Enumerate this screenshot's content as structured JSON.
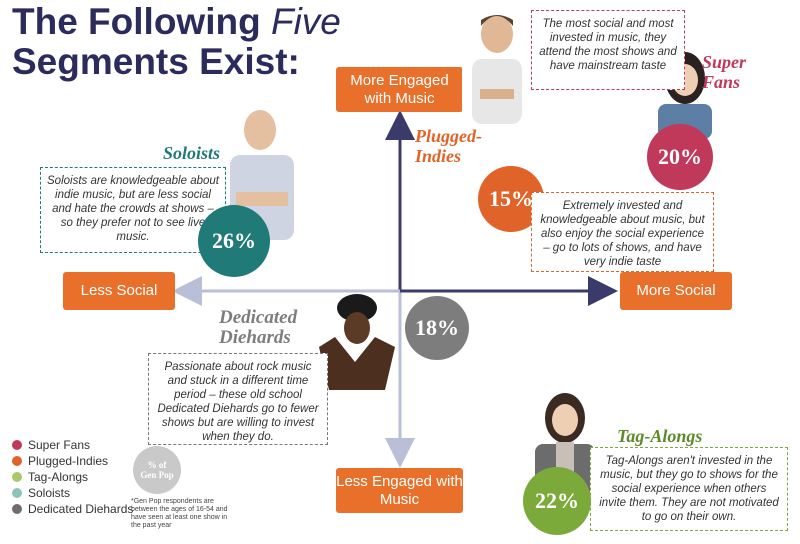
{
  "title": {
    "line1_start": "The Following ",
    "line1_italic": "Five",
    "line2": "Segments Exist:"
  },
  "axes": {
    "top": "More Engaged with Music",
    "bottom": "Less Engaged with Music",
    "left": "Less Social",
    "right": "More Social"
  },
  "segments": {
    "super_fans": {
      "name": "Super Fans",
      "percent": "20%",
      "color": "#c0395b",
      "desc": "The most social and most invested in music, they attend the most shows and have mainstream taste"
    },
    "plugged_indies": {
      "name": "Plugged-Indies",
      "percent": "15%",
      "color": "#e0642a",
      "desc": "Extremely invested and knowledgeable about music, but also enjoy the social experience – go to lots of shows, and have very indie taste"
    },
    "tag_alongs": {
      "name": "Tag-Alongs",
      "percent": "22%",
      "color": "#7caa3a",
      "desc": "Tag-Alongs aren't invested in the music, but they go to shows for the social experience when others invite them. They are not motivated to go on their own."
    },
    "soloists": {
      "name": "Soloists",
      "percent": "26%",
      "color": "#1f7a78",
      "desc": "Soloists are knowledgeable about indie music, but are less social and hate the crowds at shows – so they prefer not to see live music."
    },
    "dedicated": {
      "name": "Dedicated Diehards",
      "percent": "18%",
      "color": "#7d7d7d",
      "desc": "Passionate about rock music and stuck in a different time period – these old school Dedicated Diehards go to fewer shows but are willing to invest when they do."
    }
  },
  "segment_labels": {
    "super_fans_l1": "Super",
    "super_fans_l2": "Fans",
    "plugged_l1": "Plugged-",
    "plugged_l2": "Indies",
    "dedicated_l1": "Dedicated",
    "dedicated_l2": "Diehards"
  },
  "legend": [
    {
      "label": "Super Fans",
      "color": "#c0395b"
    },
    {
      "label": "Plugged-Indies",
      "color": "#e0642a"
    },
    {
      "label": "Tag-Alongs",
      "color": "#a8c86a"
    },
    {
      "label": "Soloists",
      "color": "#8ec3b8"
    },
    {
      "label": "Dedicated Diehards",
      "color": "#6d6d6d"
    }
  ],
  "gen_pop_badge": {
    "line1": "% of",
    "line2": "Gen Pop"
  },
  "footnote": "*Gen Pop respondents are between the ages of 16-54 and have seen at least one show in the past year"
}
